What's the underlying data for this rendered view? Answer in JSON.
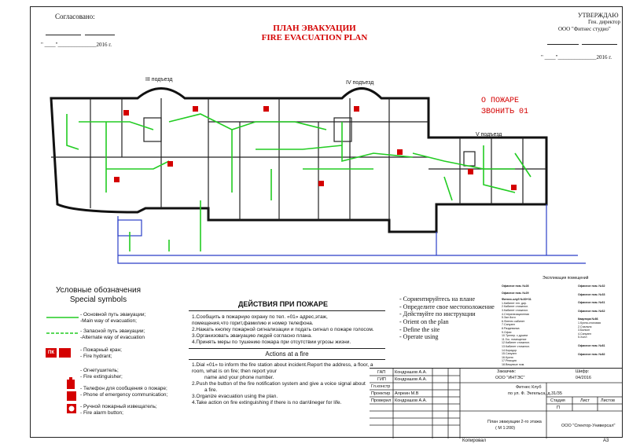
{
  "header": {
    "agreed": "Согласовано:",
    "approved": "УТВЕРЖДАЮ",
    "approver_title": "Ген. директор",
    "approver_org": "ООО \"Фитнес студио\"",
    "date_left": "\" ____\"______________2016 г.",
    "date_right": "\" ____\"______________2016 г.",
    "title_ru": "ПЛАН ЭВАКУАЦИИ",
    "title_en": "FIRE EVACUATION PLAN"
  },
  "plan": {
    "entrance_3": "III подъезд",
    "entrance_4": "IV подъезд",
    "entrance_5": "V подъезд",
    "fire_call_1": "О ПОЖАРЕ",
    "fire_call_2": "ЗВОНИТЬ 01",
    "explication_note": "Экспликация помещений"
  },
  "legend": {
    "title_ru": "Условные обозначения",
    "title_en": "Special symbols",
    "items": [
      {
        "ru": "- Основной путь эвакуации;",
        "en": "-Main way of evacuation;"
      },
      {
        "ru": "- Запасной путь эвакуации;",
        "en": "-Alternate way of evacuation"
      },
      {
        "ru": "- Пожарный кран;",
        "en": "- Fire hydrant;",
        "badge": "ПК"
      },
      {
        "ru": "- Огнетушитель;",
        "en": "- Fire extinguisher;"
      },
      {
        "ru": "- Телефон для сообщения о пожаре;",
        "en": "- Phone of emergency communication;"
      },
      {
        "ru": "- Ручной пожарный извещатель;",
        "en": "- Fire alarm button;"
      }
    ]
  },
  "actions": {
    "title_ru": "ДЕЙСТВИЯ ПРИ ПОЖАРЕ",
    "ru": [
      "1.Сообщить в пожарную охрану по тел. «01» адрес,этаж,",
      "помещения,что горит,фамилию и номер телефона.",
      "2.Нажать кнопку пожарной сигнализации и подать сигнал о пожаре голосом.",
      "3.Организовать эвакуацию людей согласно плана.",
      "4.Принять меры по тушению пожара при отсутствии угрозы жизни."
    ],
    "title_en": "Actions at a fire",
    "en": [
      "1.Dial «01» to inform the fire station about incident.Report the address, a floor, a",
      "room, what is on fire; then report your",
      "name and your phone number.",
      "2.Push the button of the fire notification system and give a voice signal about",
      "a fire.",
      "3.Organize evacuation using the plan.",
      "4.Take action on fire extinguishing if there is no dan\\lineger for life."
    ]
  },
  "orient": {
    "ru": [
      "- Сориентируйтесь на плане",
      "- Определите свое местоположение",
      "- Действуйте по инструкции"
    ],
    "en": [
      "- Orient on the plan",
      "- Define the site",
      "- Operate using"
    ]
  },
  "explication": {
    "col1": [
      "Офисное пом. №28",
      "Офисное пом. №29",
      "Фитнес-клуб №30+31",
      "1.Кабинет ген. дир.",
      "2.Кабинет стоматол.",
      "3.Кабинет стоматол.",
      "4.Стерилизационная",
      "5.Зал йоги",
      "6.Фитнес кабинет",
      "7.Санузел",
      "8.Раздевалка",
      "9.Офис",
      "10.Тренер. с душем",
      "11.Гос. помещение",
      "12.Кабинет стоматол.",
      "13.Кабинет стоматол.",
      "14.Коридор",
      "15.Санузел",
      "16.Кухня",
      "17.Реакция",
      "18.Вещевые пом."
    ],
    "col2": [
      "Офисное пом. №32",
      "Офисное пом. №33",
      "Офисное пом. №61",
      "Офисное пом. №62",
      "Квартира №86",
      "1.Кухня-столовая",
      "2.Спальня",
      "3.Балкон",
      "4.Санузел",
      "5.Холл",
      "Офисное пом. №81",
      "Офисное пом. №82"
    ]
  },
  "stamp": {
    "rows_left": [
      {
        "role": "ГАП",
        "name": "Кондрашов А.А."
      },
      {
        "role": "ГИП",
        "name": "Кондрашов А.А."
      },
      {
        "role": "Гл.констр",
        "name": ""
      },
      {
        "role": "Проектир",
        "name": "Алреин М.В"
      },
      {
        "role": "Проверил",
        "name": "Кондрашов А.А."
      }
    ],
    "customer_label": "Заказчик:",
    "customer": "ООО \"ИНТЭС\"",
    "code_label": "Шифр:",
    "code": "04/2016",
    "object_1": "Фитнес Клуб",
    "object_2": "по ул. Ф. Энгельса, д.31/35",
    "stage_label": "Стадия",
    "sheet_label": "Лист",
    "sheets_label": "Листов",
    "stage": "П",
    "drawing_1": "План эвакуации 2-го этажа",
    "drawing_2": "( М 1:200)",
    "company": "ООО \"Спектор-Универсал\"",
    "copied": "Копировал",
    "format": "А3"
  }
}
